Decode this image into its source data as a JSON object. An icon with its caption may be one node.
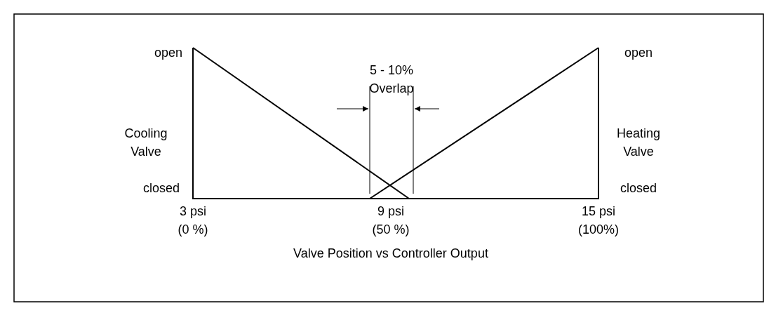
{
  "diagram": {
    "caption": "Valve Position vs Controller Output",
    "labels": [
      "open",
      "5 - 10% Overlap",
      "open",
      "Cooling Valve",
      "Heating Valve",
      "closed",
      "closed",
      "3 psi (0 %)",
      "9 psi (50 %)",
      "15 psi (100%)"
    ]
  }
}
